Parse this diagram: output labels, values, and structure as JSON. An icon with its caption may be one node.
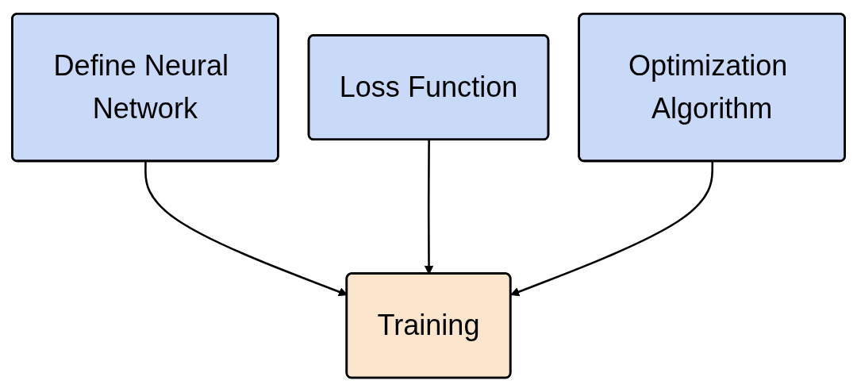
{
  "diagram": {
    "nodes": [
      {
        "text": [
          "Define Neural Network"
        ]
      },
      {
        "text": [
          "Loss Function"
        ]
      },
      {
        "text": [
          "Optimization Algorithm"
        ]
      },
      {
        "text": [
          "Training"
        ]
      }
    ],
    "edges": [
      {
        "from": 0,
        "to": 3,
        "arrow": "to"
      },
      {
        "from": 1,
        "to": 3,
        "arrow": "to"
      },
      {
        "from": 2,
        "to": 3,
        "arrow": "to"
      }
    ]
  }
}
